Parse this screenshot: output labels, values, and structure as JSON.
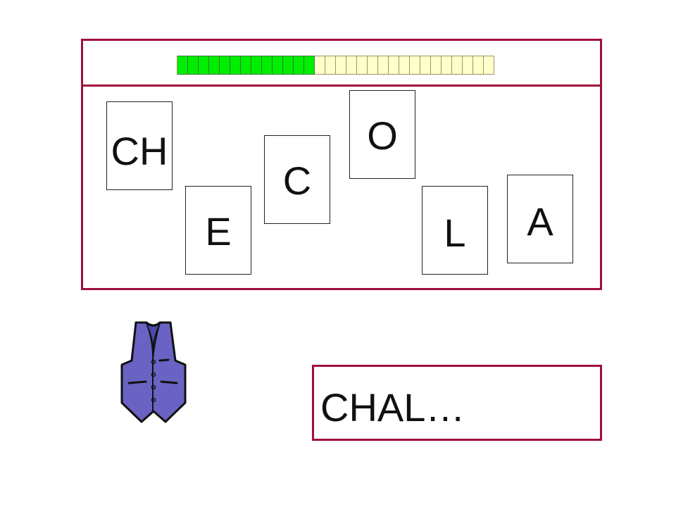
{
  "progress": {
    "total_segments": 30,
    "filled_segments": 13,
    "filled_color": "#00ee00",
    "empty_color": "#ffffcc"
  },
  "tiles": [
    {
      "id": "ch",
      "label": "CH"
    },
    {
      "id": "e",
      "label": "E"
    },
    {
      "id": "c",
      "label": "C"
    },
    {
      "id": "o",
      "label": "O"
    },
    {
      "id": "l",
      "label": "L"
    },
    {
      "id": "a",
      "label": "A"
    }
  ],
  "answer": {
    "text": "CHAL…"
  },
  "picture": {
    "icon": "vest-icon",
    "color": "#6a63c4"
  },
  "theme": {
    "border_color": "#a0103a"
  }
}
